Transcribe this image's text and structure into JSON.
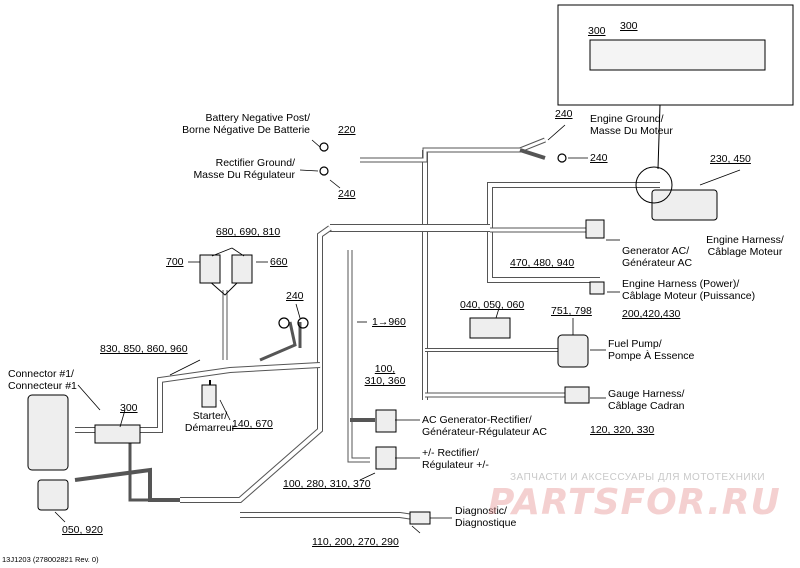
{
  "labels": {
    "battery_negative": [
      "Battery Negative Post/",
      "Borne Négative De Batterie"
    ],
    "rectifier_ground": [
      "Rectifier Ground/",
      "Masse Du Régulateur"
    ],
    "engine_ground": [
      "Engine Ground/",
      "Masse Du Moteur"
    ],
    "engine_harness": [
      "Engine Harness/",
      "Câblage Moteur"
    ],
    "generator_ac": [
      "Generator AC/",
      "Générateur AC"
    ],
    "engine_harness_power": [
      "Engine Harness (Power)/",
      "Câblage Moteur (Puissance)"
    ],
    "fuel_pump": [
      "Fuel Pump/",
      "Pompe À Essence"
    ],
    "gauge_harness": [
      "Gauge Harness/",
      "Câblage Cadran"
    ],
    "ac_gen_rectifier": [
      "AC Generator-Rectifier/",
      "Générateur-Régulateur AC"
    ],
    "rectifier_pm": [
      "+/- Rectifier/",
      "Régulateur +/-"
    ],
    "diagnostic": [
      "Diagnostic/",
      "Diagnostique"
    ],
    "connector1": [
      "Connector #1/",
      "Connecteur #1"
    ],
    "starter": [
      "Starter/",
      "Démarreur"
    ]
  },
  "refs": {
    "r300a": "300",
    "r300b": "300",
    "r220": "220",
    "r240_rect": "240",
    "r240_eg1": "240",
    "r240_eg2": "240",
    "r230_450": "230, 450",
    "r680": "680, 690, 810",
    "r700": "700",
    "r660": "660",
    "r240_mid": "240",
    "r470": "470, 480, 940",
    "r040": "040, 050, 060",
    "r751": "751, 798",
    "r200": "200,420,430",
    "r1960": "1→960",
    "r830": "830, 850, 860, 960",
    "r100_310": [
      "100,",
      "310, 360"
    ],
    "r300_conn": "300",
    "r140": "140, 670",
    "r120": "120, 320, 330",
    "r100_280": "100, 280, 310, 370",
    "r050": "050, 920",
    "r110": "110, 200, 270, 290"
  },
  "watermark": {
    "tagline": "ЗАПЧАСТИ И АКСЕССУАРЫ ДЛЯ МОТОТЕХНИКИ",
    "logo": "PARTSFOR.RU"
  },
  "footer": "13J1203 (278002821 Rev. 0)"
}
